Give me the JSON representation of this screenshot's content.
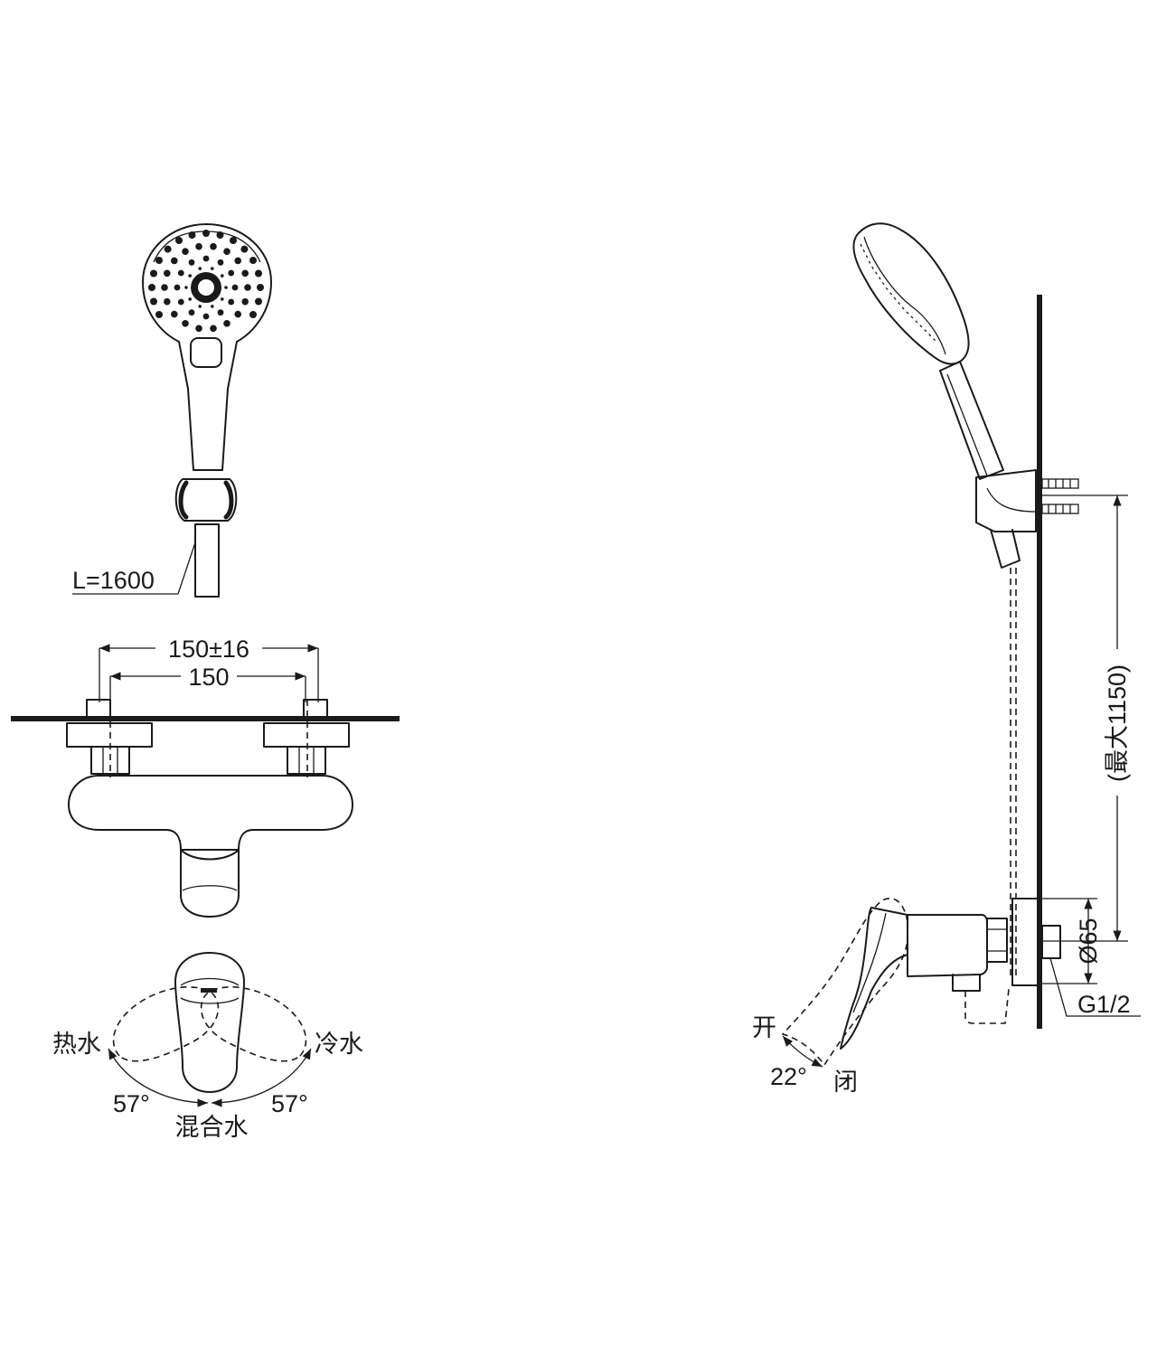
{
  "labels": {
    "hose_length": "L=1600",
    "inlet_spacing_adjust": "150±16",
    "inlet_spacing": "150",
    "hot_water": "热水",
    "cold_water": "冷水",
    "mixed_water": "混合水",
    "angle_left": "57°",
    "angle_right": "57°",
    "max_height": "(最大1150)",
    "diameter": "Ø65",
    "thread": "G1/2",
    "open": "开",
    "close": "闭",
    "lever_angle": "22°"
  },
  "colors": {
    "line": "#1a1a1a",
    "background": "#ffffff"
  }
}
